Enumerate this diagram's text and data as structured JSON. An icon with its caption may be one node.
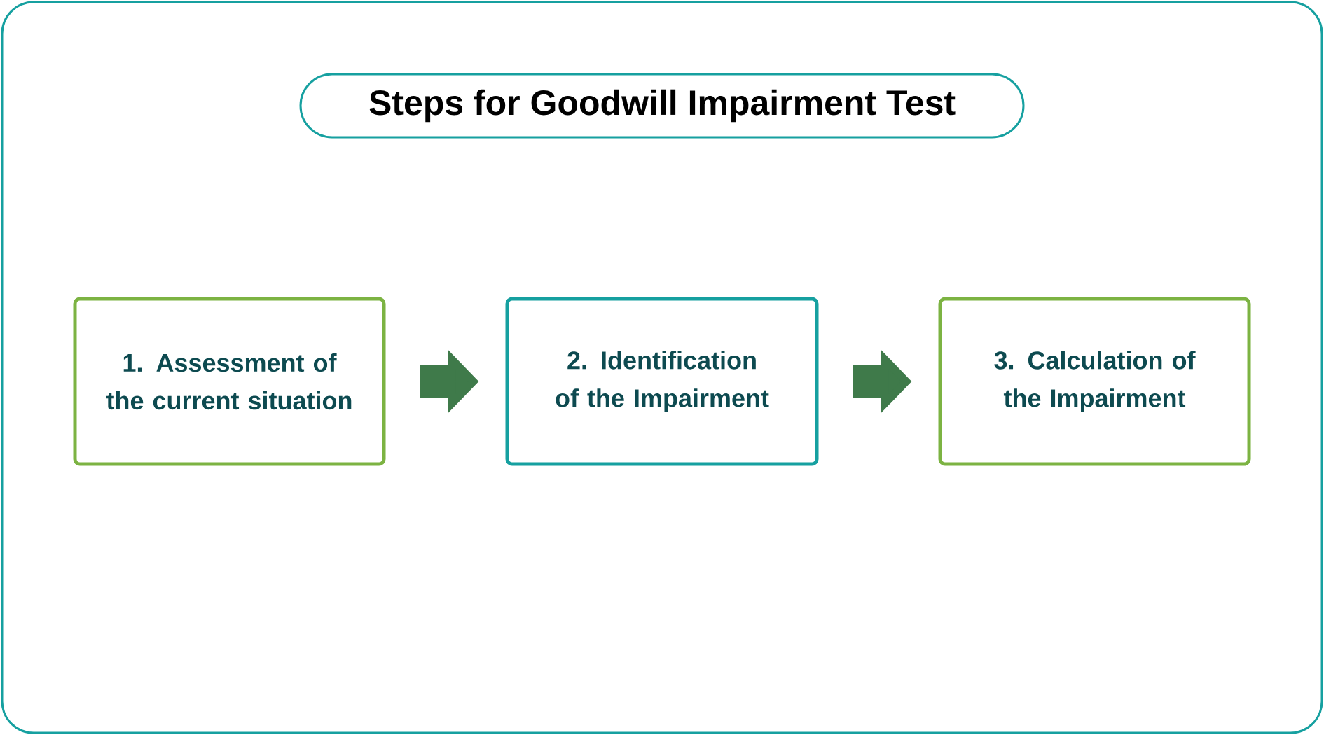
{
  "diagram": {
    "title": "Steps for Goodwill Impairment Test",
    "nodes": [
      {
        "text": [
          "1. Assessment of the current situation"
        ]
      },
      {
        "text": [
          "2. Identification of the Impairment"
        ]
      },
      {
        "text": [
          "3. Calculation of the Impairment"
        ]
      }
    ],
    "edges": [
      {
        "from": 0,
        "to": 1,
        "arrow": "to"
      },
      {
        "from": 1,
        "to": 2,
        "arrow": "to"
      }
    ]
  }
}
